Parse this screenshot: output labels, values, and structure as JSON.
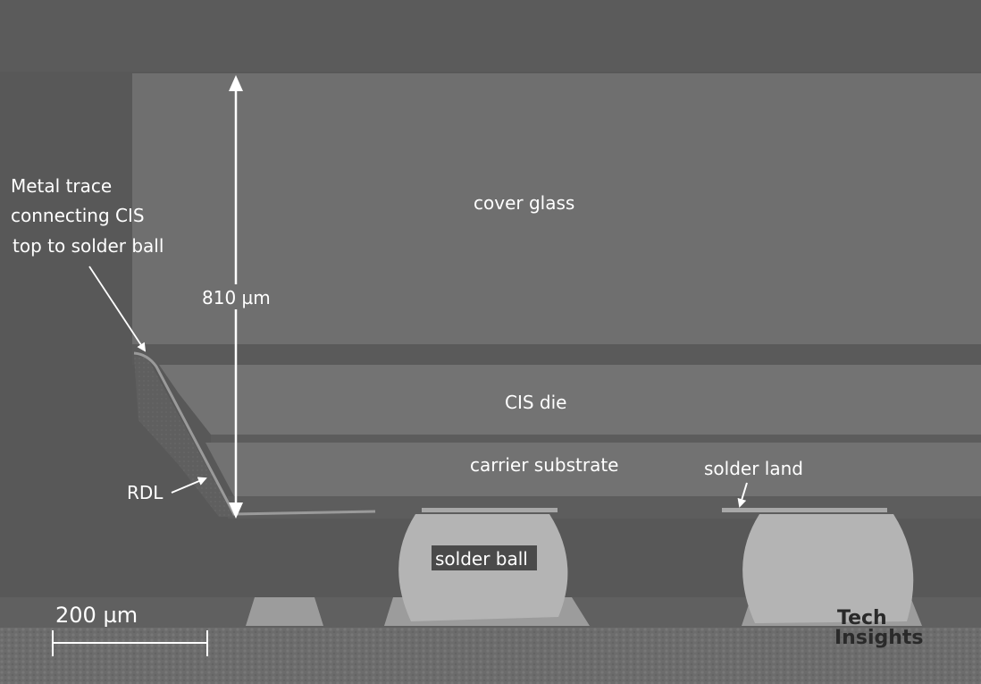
{
  "labels": {
    "metal_trace_line1": "Metal trace",
    "metal_trace_line2": "connecting CIS",
    "metal_trace_line3": "top to solder ball",
    "thickness": "810 µm",
    "cover_glass": "cover glass",
    "cis_die": "CIS die",
    "carrier_substrate": "carrier substrate",
    "solder_land": "solder land",
    "rdl": "RDL",
    "solder_ball": "solder ball",
    "scale_bar": "200 µm"
  },
  "logo": {
    "line1": "Tech",
    "line2": "Insights"
  },
  "colors": {
    "arrow": "#ffffff",
    "solder": "#b4b4b4",
    "glass": "#6f6f6f"
  }
}
